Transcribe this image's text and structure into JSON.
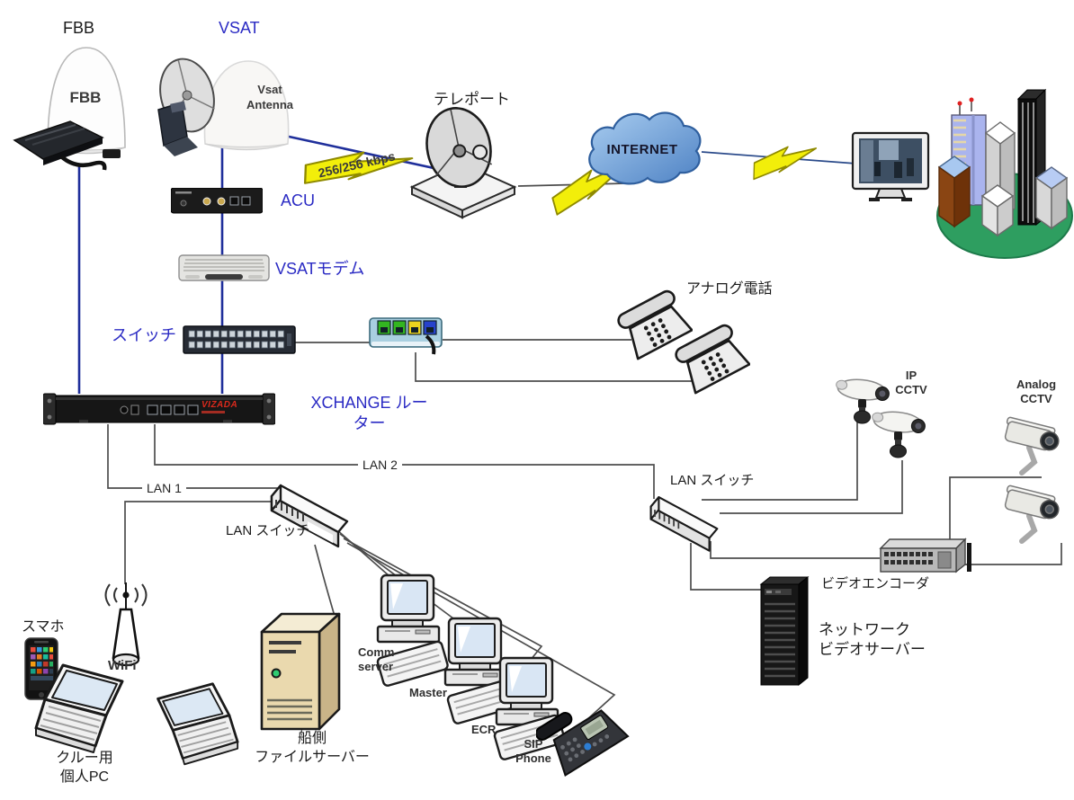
{
  "colors": {
    "label_blue": "#2B2BC4",
    "line_blue": "#1F2F9B",
    "line_gray": "#4D4D4D",
    "bolt_yellow": "#F2EE0A",
    "bolt_outline": "#8F8A00",
    "cloud_blue": "#5B8FC9",
    "brand_red": "#D9291C",
    "green_base": "#2E9E60"
  },
  "labels": {
    "fbb_title": "FBB",
    "fbb_device": "FBB",
    "vsat_title": "VSAT",
    "vsat_device": "Vsat\nAntenna",
    "teleport": "テレポート",
    "speed": "256/256 kbps",
    "internet": "INTERNET",
    "acu": "ACU",
    "vsat_modem": "VSATモデム",
    "switch": "スイッチ",
    "xchange_router": "XCHANGE ルー\nター",
    "router_brand": "VIZADA",
    "analog_phone": "アナログ電話",
    "lan1": "LAN 1",
    "lan2": "LAN 2",
    "lan_switch_left": "LAN スイッチ",
    "lan_switch_right": "LAN スイッチ",
    "ip_cctv": "IP\nCCTV",
    "analog_cctv": "Analog\nCCTV",
    "video_encoder": "ビデオエンコーダ",
    "network_video_server": "ネットワーク\nビデオサーバー",
    "smartphone": "スマホ",
    "wifi": "WiFi",
    "crew_pc": "クルー用\n個人PC",
    "file_server": "船側\nファイルサーバー",
    "comm_server": "Comm\nserver",
    "master": "Master",
    "ecr": "ECR",
    "sip_phone": "SIP\nPhone"
  }
}
